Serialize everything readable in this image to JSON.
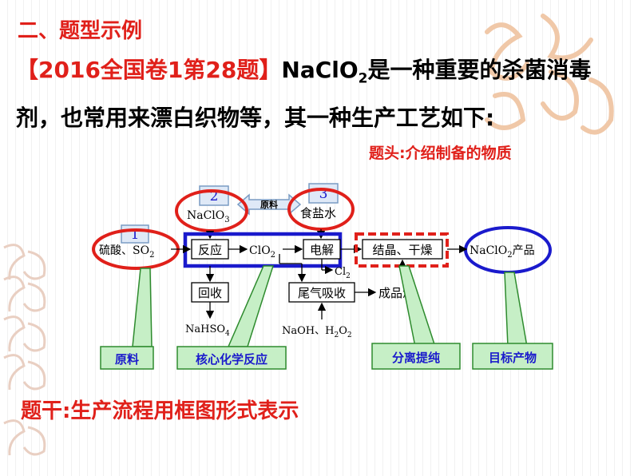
{
  "heading": "二、题型示例",
  "intro": {
    "ref": "【2016全国卷1第28题】",
    "formula_main": "NaClO",
    "formula_sub": "2",
    "line1_rest": "是一种重要的杀菌消毒",
    "line2": "剂，也常用来漂白织物等，其一种生产工艺如下:"
  },
  "note_head": "题头:介绍制备的物质",
  "note_foot": "题干:生产流程用框图形式表示",
  "flow": {
    "step_numbers": [
      "1",
      "2",
      "3"
    ],
    "raw_label": "原料",
    "start_main": "硫酸、SO",
    "start_sub": "2",
    "naclo3_main": "NaClO",
    "naclo3_sub": "3",
    "salt_water": "食盐水",
    "reaction": "反应",
    "clo2_main": "ClO",
    "clo2_sub": "2",
    "electrolysis": "电解",
    "cl2_main": "Cl",
    "cl2_sub": "2",
    "crystallize": "结晶、干燥",
    "product_main": "NaClO",
    "product_sub": "2",
    "product_suffix": "产品",
    "recycle": "回收",
    "nahso4_main": "NaHSO",
    "nahso4_sub": "4",
    "tail_gas": "尾气吸收",
    "finished_liquid": "成品液",
    "naoh_text": "NaOH、H",
    "naoh_sub": "2",
    "naoh_o": "O",
    "naoh_sub2": "2"
  },
  "callouts": [
    "原料",
    "核心化学反应",
    "分离提纯",
    "目标产物"
  ],
  "colors": {
    "red": "#e0201a",
    "blue": "#1a1acc",
    "callout_fill": "#c6efc6",
    "callout_border": "#2e8b2e"
  }
}
